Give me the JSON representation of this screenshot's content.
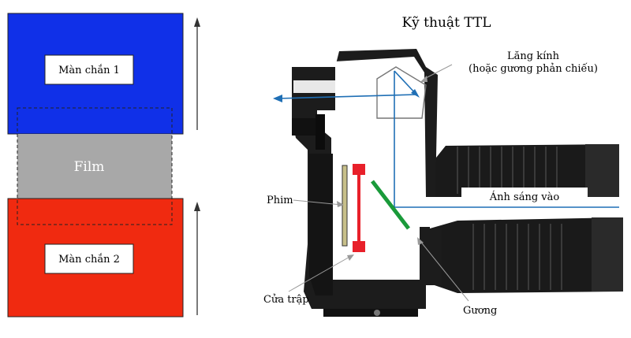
{
  "left_panel": {
    "curtain_1_label": "Màn chắn 1",
    "film_label": "Film",
    "curtain_2_label": "Màn chắn 2",
    "colors": {
      "curtain_1": "#1030e8",
      "film": "#a8a8a8",
      "curtain_2": "#f02a10"
    }
  },
  "right_panel": {
    "title": "Kỹ thuật TTL",
    "prism_label_line1": "Lăng kính",
    "prism_label_line2": "(hoặc gương phản chiếu)",
    "light_in_label": "Ánh sáng vào",
    "film_label": "Phim",
    "shutter_label": "Cửa trập",
    "mirror_label": "Gương",
    "colors": {
      "light_path": "#1f6fb5",
      "shutter": "#e8202a",
      "mirror": "#1a9a3a",
      "film_strip": "#c8c08a"
    }
  }
}
